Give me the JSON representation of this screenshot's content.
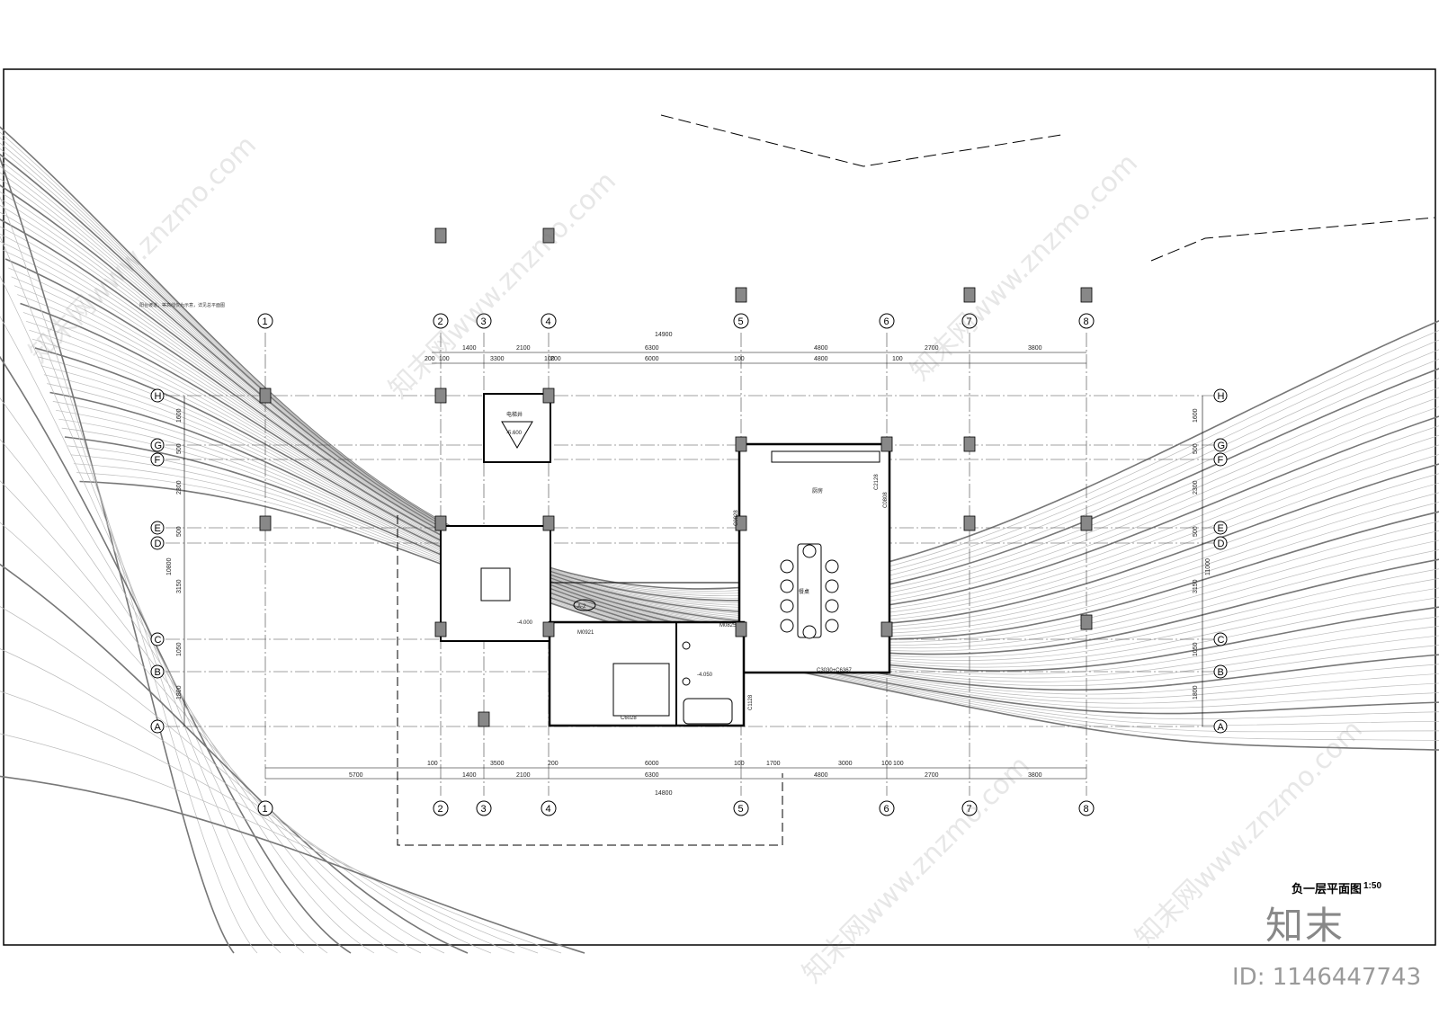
{
  "plan_title": "负一层平面图",
  "plan_scale": "1:50",
  "note": "阳台坡道，等高线仅为示意，详见总平面图",
  "axes_vertical": [
    "1",
    "2",
    "3",
    "4",
    "5",
    "6",
    "7",
    "8"
  ],
  "axes_horizontal": [
    "H",
    "G",
    "F",
    "E",
    "D",
    "C",
    "B",
    "A"
  ],
  "dims_top_row1": [
    "1400",
    "2100",
    "6300",
    "4800",
    "2700",
    "3800"
  ],
  "dims_top_total": "14900",
  "dims_top_row2": [
    "200",
    "100",
    "3300",
    "100",
    "200",
    "6000",
    "100",
    "4800",
    "100"
  ],
  "dims_bottom_row1": [
    "100",
    "3500",
    "200",
    "6000",
    "100",
    "1700",
    "3000",
    "100",
    "100"
  ],
  "dims_bottom_row2": [
    "5700",
    "1400",
    "2100",
    "6300",
    "4800",
    "2700",
    "3800"
  ],
  "dims_bottom_total": "14800",
  "dims_left": [
    "1600",
    "500",
    "2300",
    "500",
    "3150",
    "1050",
    "1800"
  ],
  "dims_left_outer": "10800",
  "dims_right": [
    "1600",
    "500",
    "2300",
    "500",
    "3150",
    "1050",
    "1800"
  ],
  "dims_right_outer": "11000",
  "rooms": {
    "elevator_pit": "电梯井",
    "elevator_level": "-5.600",
    "stair_level": "-4.000",
    "bath_level": "-4.050",
    "dining_table": "餐桌",
    "kitchen": "厨房"
  },
  "doors_windows": [
    "M0921",
    "M0825",
    "C6028",
    "C1128",
    "C2128",
    "C0828",
    "C0808",
    "C3030+C6367"
  ],
  "detail_tag": "A-2",
  "logo": "知末",
  "id_label": "ID: 1146447743",
  "watermark": "知末网www.znzmo.com"
}
